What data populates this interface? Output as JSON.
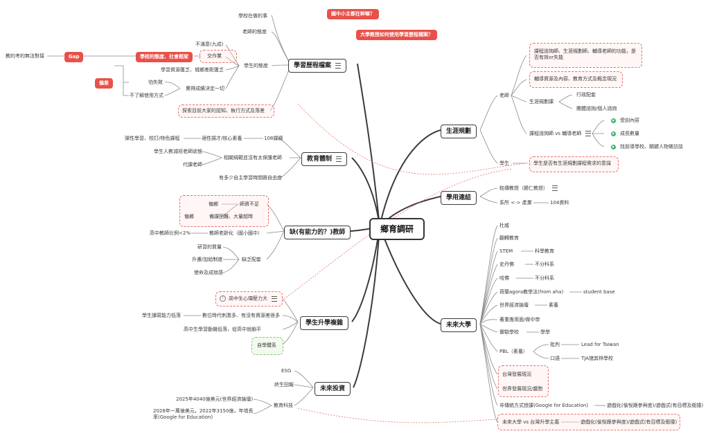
{
  "root": "鄉育調研",
  "top_tags": [
    "國中小主都在幹嘛？",
    "大學教授如何使用學習歷程檔案？"
  ],
  "left": {
    "portfolio": {
      "label": "學習歷程檔案",
      "items": [
        "學校在做的事",
        "老師的態度",
        "學生的態度",
        "探索目前大家的認知、執行方式及落差"
      ],
      "student_attitude": [
        "不滿意(九成)",
        "交作業",
        "學習資源匱乏、城鄉差距匱乏",
        "覺得成績決定一切"
      ],
      "school_tag": "學校的態度、社會框架",
      "grade_children": [
        "怕失敗",
        "不了解使用方式"
      ],
      "gap_tag": "Gap",
      "gap_left": "教的考的無法對接",
      "bias_tag": "偏差"
    },
    "education": {
      "label": "教育體制",
      "items": [
        "108課綱",
        "相關規範並沒有太保護老師",
        "有多少自主學習時間跟自由度"
      ],
      "k108_child": "適性揚才/核心素養",
      "k108_leaf": "彈性學習、校訂/特色課程",
      "protect_children": [
        "學生人數減班老師狀態",
        "代課老師"
      ]
    },
    "teacher": {
      "label": "缺(有能力的？)教師",
      "items": [
        "師資不足",
        "教師老齡化（國小國中）",
        "缺乏配套"
      ],
      "shortage_children": [
        "偏鄉",
        "備課困難、大量超時"
      ],
      "shortage_child_leaf": "偏鄉",
      "aging_left": "高中教師比例<2%",
      "support_children": [
        "研習的質量",
        "升遷/加給制度",
        "使命及成就感"
      ]
    },
    "admission": {
      "label": "學生升學複雜",
      "items": [
        "高中生心理壓力大",
        "數位時代刺激多、有沒有資源差很多",
        "高中生學習動機低落，從高中就躺平",
        "自學體系"
      ],
      "digital_left": "學生讀寫能力低落"
    },
    "invest": {
      "label": "未來投資",
      "items": [
        "ESG",
        "終生回報",
        "教育科技"
      ],
      "edtech_children": [
        "2025年4040億美元(世界經濟論壇)",
        "2028年一萬億美元，2022年3150億，年增長率(Google for Education)"
      ]
    }
  },
  "right": {
    "career": {
      "label": "生涯規劃",
      "teacher": "老師",
      "student": "學生",
      "teacher_items": [
        "課程諮詢師、生涯規劃師、輔導老師的功能，是否有效or失能",
        "輔導資源及內容、教育方式及概念現況",
        "生涯規劃課",
        "課程諮詢師 vs 輔導老師"
      ],
      "course_children": [
        "行政配套",
        "團體諮詢/個人諮詢"
      ],
      "counsel_children": [
        "受訓內容",
        "成長數量",
        "找前導學校、關鍵人物做訪談"
      ],
      "student_item": "學生是否有生涯規劃課程需求的意識"
    },
    "link": {
      "label": "學用連結",
      "items": [
        "銘傳教授（饒仁教授）",
        "系所 <-> 產業"
      ],
      "industry_leaf": "104資料"
    },
    "future": {
      "label": "未來大學",
      "items": [
        "杜威",
        "翻轉教育",
        "STEM",
        "史丹佛",
        "哈佛",
        "荷蘭agora教學法(from aha)",
        "世界經濟論壇",
        "著重應用面/做中學",
        "實驗學校",
        "PBL（素養）",
        "台灣發展現況",
        "世界發展現況/趨勢",
        "非傳統方式授課(Google for Education)",
        "未來大學 vs 台灣升學主義"
      ],
      "stem_leaf": "科學教育",
      "stanford_leaf": "不分科系",
      "harvard_leaf": "不分科系",
      "agora_leaf": "student base",
      "wef_leaf": "素養",
      "lab_leaf": "學學",
      "pbl_children": [
        "批判",
        "口語"
      ],
      "critique_leaf": "Lead for Taiwan",
      "oral_leaf": "TJA諸其林學校",
      "nontrad_leaf": "遊戲化(愉悅跟參與度)/遊戲式(有目標及衝撞)",
      "vs_leaf": "遊戲化(愉悅跟參與度)/遊戲式(有目標及衝撞)"
    }
  },
  "colors": {
    "accent_red": "#e8514a",
    "dash_red": "#e5706a",
    "green": "#86c07a",
    "line": "#555555"
  }
}
